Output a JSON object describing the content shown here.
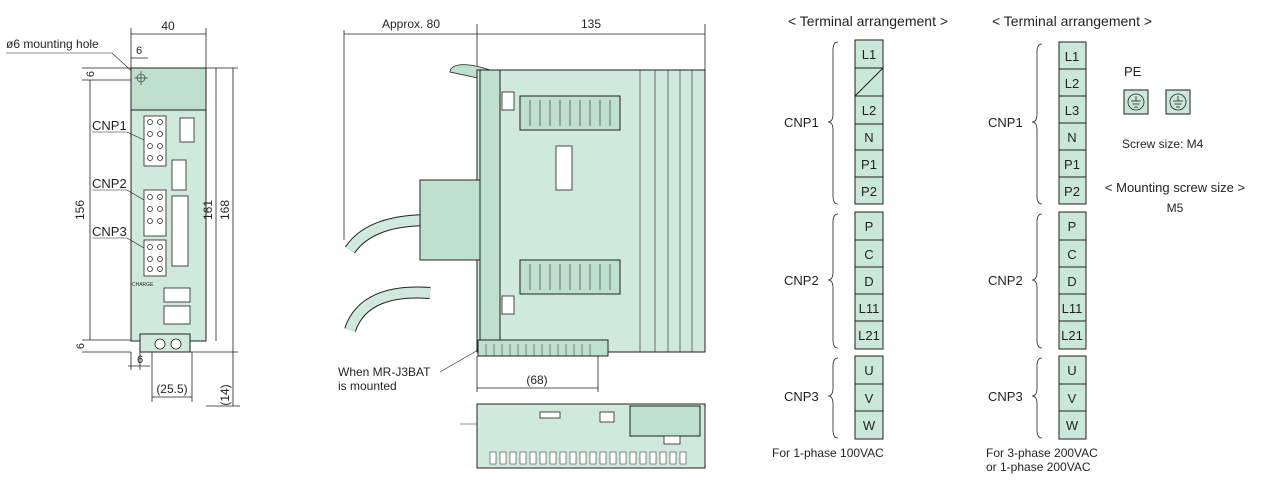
{
  "front_view": {
    "width_dim": "40",
    "mounting_hole_label": "ø6 mounting hole",
    "hole_offset_x": "6",
    "top_margin": "6",
    "bottom_margin": "6",
    "bottom_offset_x": "6",
    "height_inner": "156",
    "height_mid": "161",
    "height_total": "168",
    "bottom_width": "(25.5)",
    "bottom_depth": "(14)",
    "connectors": [
      "CNP1",
      "CNP2",
      "CNP3"
    ],
    "charge_label": "CHARGE"
  },
  "side_view": {
    "approx_dim": "Approx. 80",
    "depth_dim": "135",
    "battery_dim": "(68)",
    "battery_note_line1": "When MR-J3BAT",
    "battery_note_line2": "is mounted"
  },
  "terminal_1phase": {
    "title": "< Terminal arrangement >",
    "cnp1_label": "CNP1",
    "cnp1": [
      "L1",
      "",
      "L2",
      "N",
      "P1",
      "P2"
    ],
    "cnp2_label": "CNP2",
    "cnp2": [
      "P",
      "C",
      "D",
      "L11",
      "L21"
    ],
    "cnp3_label": "CNP3",
    "cnp3": [
      "U",
      "V",
      "W"
    ],
    "caption": "For 1-phase 100VAC"
  },
  "terminal_3phase": {
    "title": "< Terminal arrangement >",
    "cnp1_label": "CNP1",
    "cnp1": [
      "L1",
      "L2",
      "L3",
      "N",
      "P1",
      "P2"
    ],
    "cnp2_label": "CNP2",
    "cnp2": [
      "P",
      "C",
      "D",
      "L11",
      "L21"
    ],
    "cnp3_label": "CNP3",
    "cnp3": [
      "U",
      "V",
      "W"
    ],
    "caption_line1": "For 3-phase 200VAC",
    "caption_line2": "or 1-phase 200VAC"
  },
  "pe": {
    "label": "PE",
    "screw_size": "Screw size: M4",
    "mounting_title": "< Mounting screw size >",
    "mounting_value": "M5"
  }
}
